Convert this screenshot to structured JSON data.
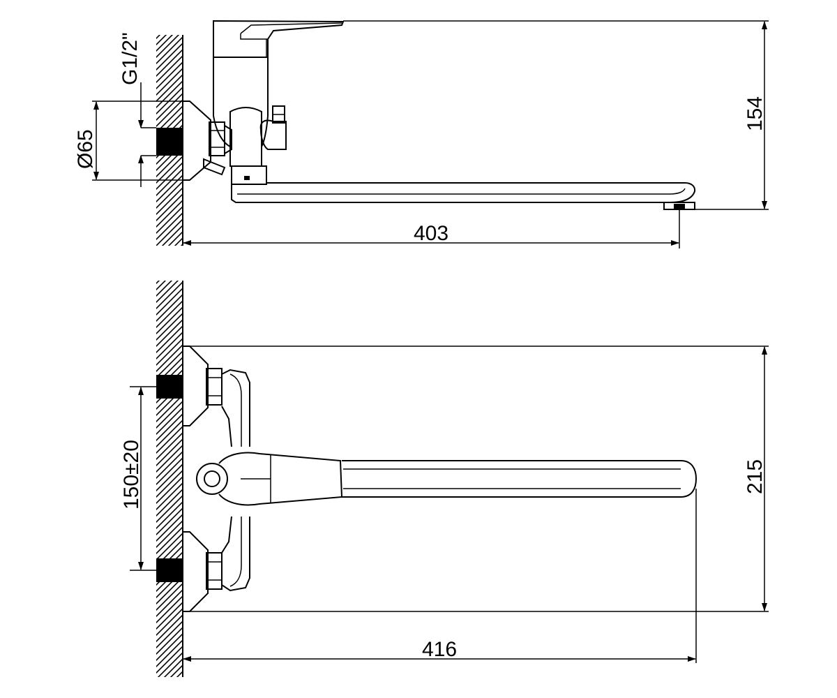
{
  "drawing": {
    "type": "technical-drawing",
    "subject": "wall-mounted-mixer-faucet",
    "views": [
      "side-view",
      "top-view"
    ]
  },
  "dimensions": {
    "thread": "G1/2\"",
    "flange_diameter": "Ø65",
    "side_height": "154",
    "side_spout_length": "403",
    "inlet_spacing": "150±20",
    "top_depth": "215",
    "top_spout_length": "416"
  }
}
